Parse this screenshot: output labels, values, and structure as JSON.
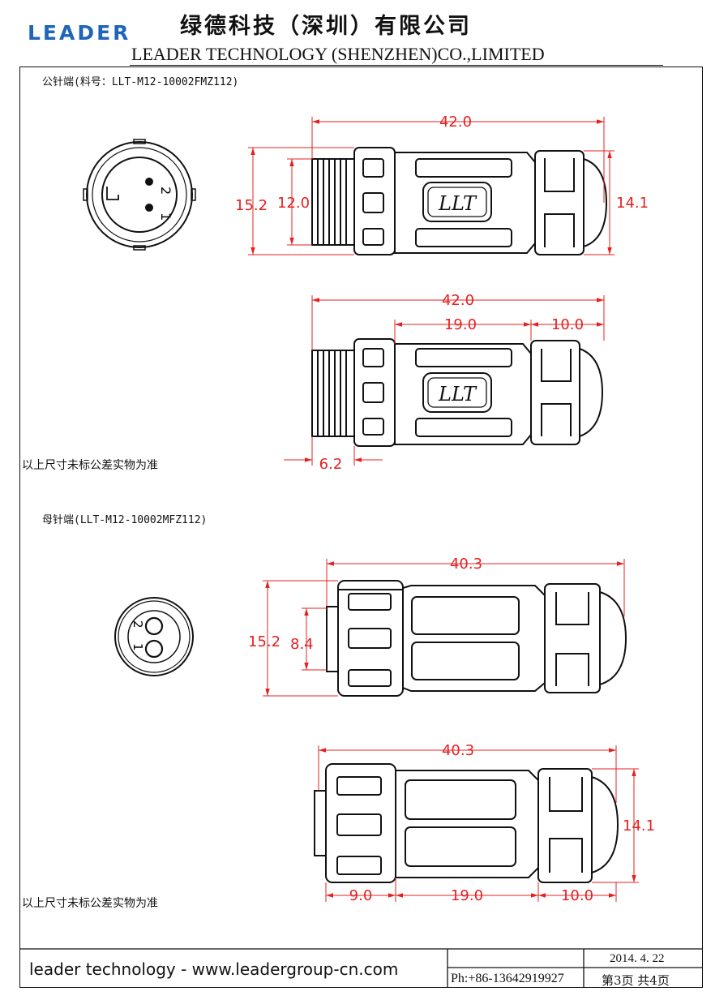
{
  "header": {
    "logo_text": "LEADER",
    "company_cn": "绿德科技（深圳）有限公司",
    "company_en": "LEADER TECHNOLOGY (SHENZHEN)CO.,LIMITED"
  },
  "male": {
    "caption": "公针端(料号：LLT-M12-10002FMZ112)",
    "pins": [
      "2",
      "1"
    ],
    "brand": "LLT",
    "dims_top": {
      "length": "42.0",
      "outer_dia": "15.2",
      "thread_dia": "12.0",
      "cap_dia": "14.1"
    },
    "dims_bottom": {
      "length": "42.0",
      "body": "19.0",
      "cap": "10.0",
      "thread": "6.2"
    },
    "note": "以上尺寸未标公差实物为准"
  },
  "female": {
    "caption": "母针端(LLT-M12-10002MFZ112)",
    "pins": [
      "2",
      "1"
    ],
    "dims_top": {
      "length": "40.3",
      "outer_dia": "15.2",
      "inner_dia": "8.4"
    },
    "dims_bottom": {
      "length": "40.3",
      "cap_dia": "14.1",
      "nut": "9.0",
      "body": "19.0",
      "cap": "10.0"
    },
    "note": "以上尺寸未标公差实物为准"
  },
  "footer": {
    "website": "leader technology - www.leadergroup-cn.com",
    "phone": "Ph:+86-13642919927",
    "date": "2014. 4. 22",
    "page": "第3页  共4页"
  }
}
